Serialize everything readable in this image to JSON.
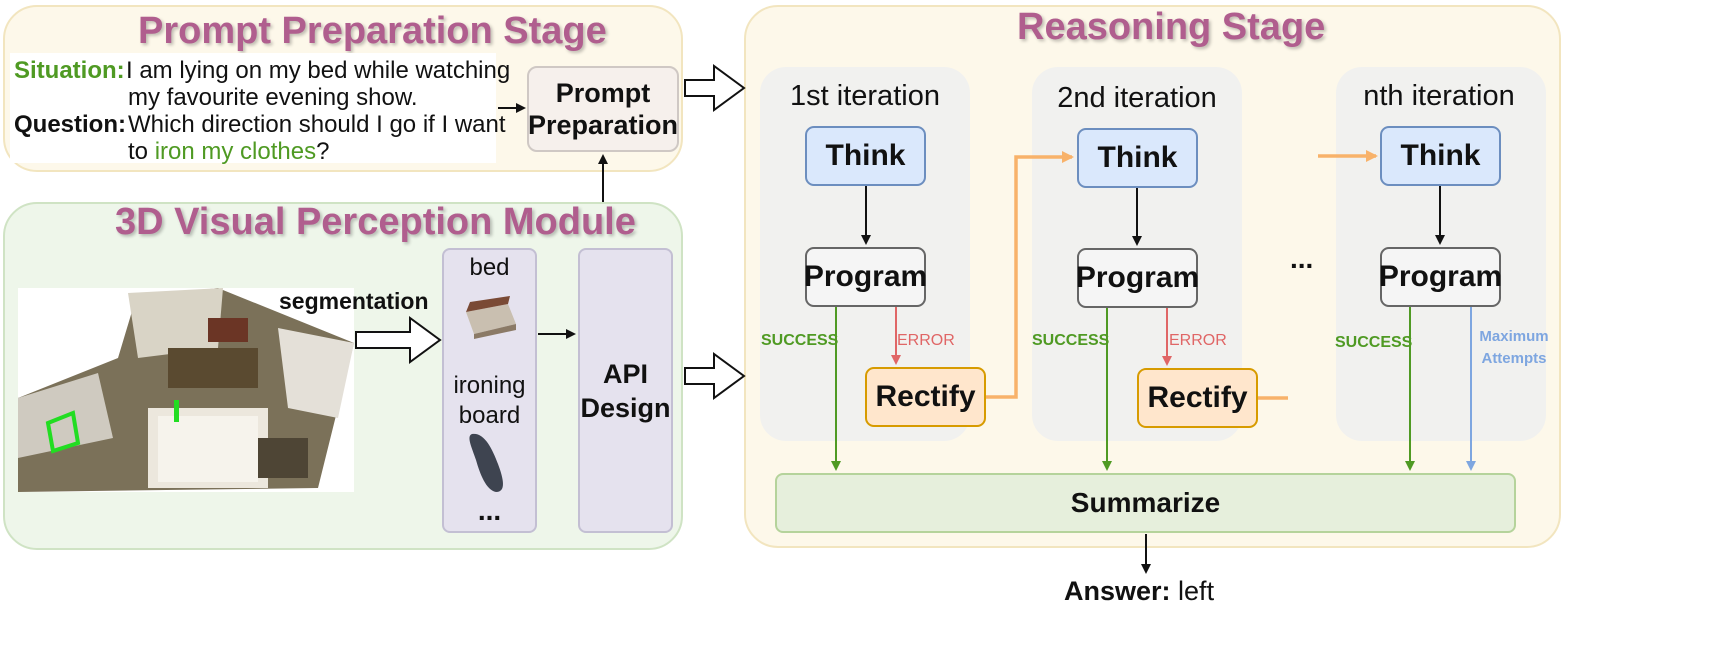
{
  "prompt_stage": {
    "title": "Prompt Preparation Stage",
    "situation_label": "Situation:",
    "situation_line1": "I am lying on my bed while watching",
    "situation_line2": "my favourite evening show.",
    "question_label": "Question:",
    "question_line1": "Which direction should I go if I want",
    "question_line2_prefix": "to ",
    "question_highlight": "iron my clothes",
    "question_line2_suffix": "?",
    "box_line1": "Prompt",
    "box_line2": "Preparation"
  },
  "perception": {
    "title": "3D Visual Perception Module",
    "segmentation_label": "segmentation",
    "object1": "bed",
    "object2_line1": "ironing",
    "object2_line2": "board",
    "ellipsis": "...",
    "api_line1": "API",
    "api_line2": "Design"
  },
  "reasoning": {
    "title": "Reasoning Stage",
    "iterations": [
      "1st iteration",
      "2nd iteration",
      "nth iteration"
    ],
    "think_label": "Think",
    "program_label": "Program",
    "rectify_label": "Rectify",
    "success_label": "SUCCESS",
    "error_label": "ERROR",
    "max_attempts_line1": "Maximum",
    "max_attempts_line2": "Attempts",
    "middle_ellipsis": "...",
    "summarize_label": "Summarize"
  },
  "answer": {
    "label": "Answer:",
    "value": "left"
  },
  "colors": {
    "stage_title": "#b05e8e",
    "prompt_panel": "#fdf8ea",
    "perception_panel": "#eef6ea",
    "reasoning_panel": "#fdf8ea",
    "think_fill": "#dae8fc",
    "rectify_fill": "#ffe6cc",
    "success": "#4f9a23",
    "error": "#e06666",
    "orange_flow": "#f8b26a",
    "max_attempts": "#7ea6e0"
  }
}
